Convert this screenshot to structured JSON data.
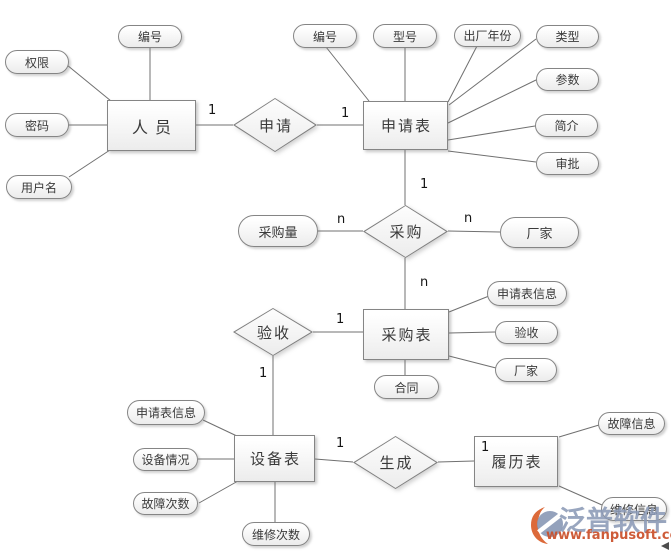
{
  "diagram": {
    "entities": [
      {
        "label": "人员"
      },
      {
        "label": "申请表"
      },
      {
        "label": "采购表"
      },
      {
        "label": "设备表"
      },
      {
        "label": "履历表"
      }
    ],
    "relationships": [
      {
        "label": "申请",
        "between": [
          "人员",
          "申请表"
        ]
      },
      {
        "label": "采购",
        "between": [
          "申请表",
          "采购表"
        ]
      },
      {
        "label": "验收",
        "between": [
          "采购表",
          "设备表"
        ]
      },
      {
        "label": "生成",
        "between": [
          "设备表",
          "履历表"
        ]
      }
    ],
    "attributes": [
      {
        "label": "编号",
        "of": "人员"
      },
      {
        "label": "权限",
        "of": "人员"
      },
      {
        "label": "密码",
        "of": "人员"
      },
      {
        "label": "用户名",
        "of": "人员"
      },
      {
        "label": "编号",
        "of": "申请表"
      },
      {
        "label": "型号",
        "of": "申请表"
      },
      {
        "label": "出厂年份",
        "of": "申请表"
      },
      {
        "label": "类型",
        "of": "申请表"
      },
      {
        "label": "参数",
        "of": "申请表"
      },
      {
        "label": "简介",
        "of": "申请表"
      },
      {
        "label": "审批",
        "of": "申请表"
      },
      {
        "label": "采购量",
        "of": "采购"
      },
      {
        "label": "厂家",
        "of": "采购"
      },
      {
        "label": "申请表信息",
        "of": "采购表"
      },
      {
        "label": "验收",
        "of": "采购表"
      },
      {
        "label": "厂家",
        "of": "采购表"
      },
      {
        "label": "合同",
        "of": "采购表"
      },
      {
        "label": "申请表信息",
        "of": "设备表"
      },
      {
        "label": "设备情况",
        "of": "设备表"
      },
      {
        "label": "故障次数",
        "of": "设备表"
      },
      {
        "label": "维修次数",
        "of": "设备表"
      },
      {
        "label": "故障信息",
        "of": "履历表"
      },
      {
        "label": "维修信息",
        "of": "履历表"
      }
    ],
    "cardinalities": [
      {
        "value": "1",
        "at": "人员-申请"
      },
      {
        "value": "1",
        "at": "申请-申请表"
      },
      {
        "value": "1",
        "at": "申请表-采购"
      },
      {
        "value": "n",
        "at": "采购量-采购"
      },
      {
        "value": "n",
        "at": "采购-厂家"
      },
      {
        "value": "n",
        "at": "采购-采购表"
      },
      {
        "value": "1",
        "at": "验收-采购表"
      },
      {
        "value": "1",
        "at": "验收-设备表"
      },
      {
        "value": "1",
        "at": "设备表-生成"
      },
      {
        "value": "1",
        "at": "生成-履历表"
      }
    ]
  },
  "watermark": {
    "brand": "泛普软件",
    "url": "www.fanpusoft.com"
  },
  "colors": {
    "shape_fill_top": "#ffffff",
    "shape_fill_bottom": "#ececec",
    "shape_border": "#858585",
    "connector_line": "#707070",
    "text": "#3a3a3a",
    "watermark_blue": "#8b9ab6",
    "watermark_orange": "#ca4e28"
  }
}
